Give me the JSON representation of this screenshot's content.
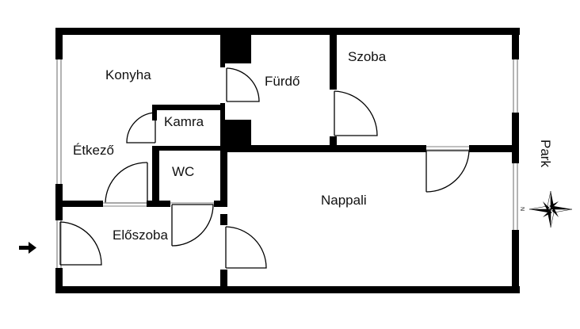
{
  "rooms": {
    "konyha": "Konyha",
    "furdo": "Fürdő",
    "szoba": "Szoba",
    "kamra": "Kamra",
    "etkezo": "Étkező",
    "wc": "WC",
    "nappali": "Nappali",
    "eloszoba": "Előszoba"
  },
  "surroundings": {
    "park": "Park"
  },
  "compass": {
    "north_letter": "N"
  },
  "colors": {
    "wall": "#000000",
    "window": "#9a9a9a",
    "background": "#ffffff"
  },
  "icons": {
    "entrance": "entrance-arrow-icon",
    "compass": "compass-rose-icon"
  }
}
